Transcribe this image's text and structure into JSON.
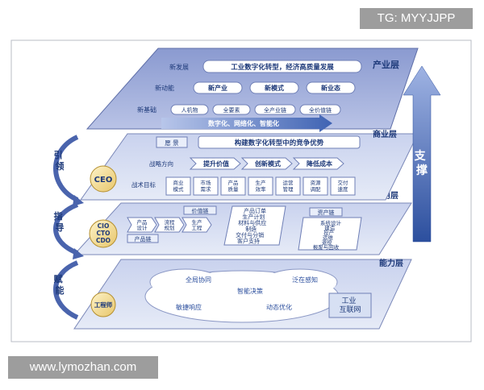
{
  "watermark_top": "TG: MYYJJPP",
  "watermark_bottom": "www.lymozhan.com",
  "layers": {
    "industry": "产业层",
    "business": "商业层",
    "application": "应用层",
    "capability": "能力层"
  },
  "support": "支撑",
  "side": {
    "lead": "引领",
    "guide": "指导",
    "empower": "赋能",
    "ceo": "CEO",
    "cio": "CIO",
    "cto": "CTO",
    "cdo": "CDO",
    "engineer": "工程师"
  },
  "industry": {
    "new_dev_label": "新发展",
    "new_dev_value": "工业数字化转型，经济高质量发展",
    "new_drive_label": "新动能",
    "drives": [
      "新产业",
      "新模式",
      "新业态"
    ],
    "new_base_label": "新基础",
    "bases": [
      "人机物",
      "全要素",
      "全产业链",
      "全价值链"
    ],
    "arrow_text": "数字化、网络化、智能化"
  },
  "business": {
    "vision_label": "愿  景",
    "vision_value": "构建数字化转型中的竞争优势",
    "direction_label": "战略方向",
    "directions": [
      "提升价值",
      "创新模式",
      "降低成本"
    ],
    "goal_label": "战术目标",
    "goals": [
      "商业\n模式",
      "市场\n需求",
      "产品\n质量",
      "生产\n效率",
      "运营\n管理",
      "资源\n调配",
      "交付\n速度"
    ]
  },
  "application": {
    "value_chain": "价值链",
    "chain_items": [
      "产品\n设计",
      "流程\n规划",
      "生产\n工程"
    ],
    "product_chain": "产品链",
    "order_items": [
      "产品订单",
      "生产计划",
      "材料与供应",
      "制造",
      "交付与分销",
      "客户支持"
    ],
    "asset_chain": "资产链",
    "asset_items": [
      "系统设计",
      "建造",
      "投产",
      "运维",
      "退役",
      "报废与回收"
    ]
  },
  "capability": {
    "clouds": [
      "全局协同",
      "智能决策",
      "泛在感知",
      "敏捷响应",
      "动态优化"
    ],
    "internet": "工业\n互联网"
  }
}
